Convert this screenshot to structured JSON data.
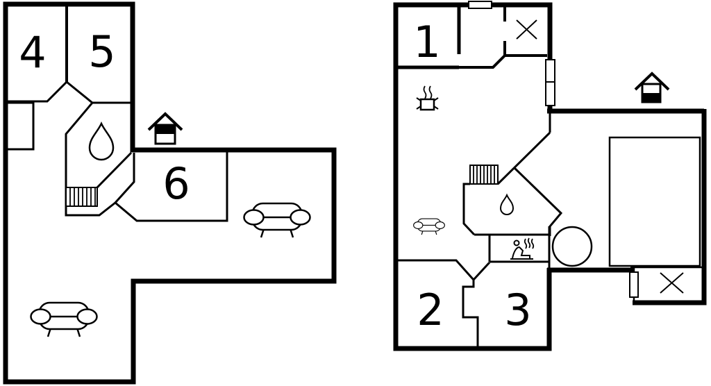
{
  "palette": {
    "background": "#ffffff",
    "walls": "#000000",
    "water": "#b0fcfc"
  },
  "plans": [
    {
      "id": "upper-floor",
      "rooms": [
        {
          "label": "4"
        },
        {
          "label": "5"
        },
        {
          "label": "6"
        }
      ],
      "features": [
        "bathroom-water-drop",
        "staircase",
        "floor-level-indicator-upper",
        "sofa",
        "sofa"
      ]
    },
    {
      "id": "ground-floor",
      "rooms": [
        {
          "label": "1"
        },
        {
          "label": "2"
        },
        {
          "label": "3"
        }
      ],
      "features": [
        "window",
        "window-cross",
        "cooking-pot",
        "staircase",
        "bathroom-water-drop",
        "sauna",
        "sofa",
        "hot-tub",
        "swimming-pool",
        "window-cross",
        "floor-level-indicator-ground"
      ]
    }
  ]
}
